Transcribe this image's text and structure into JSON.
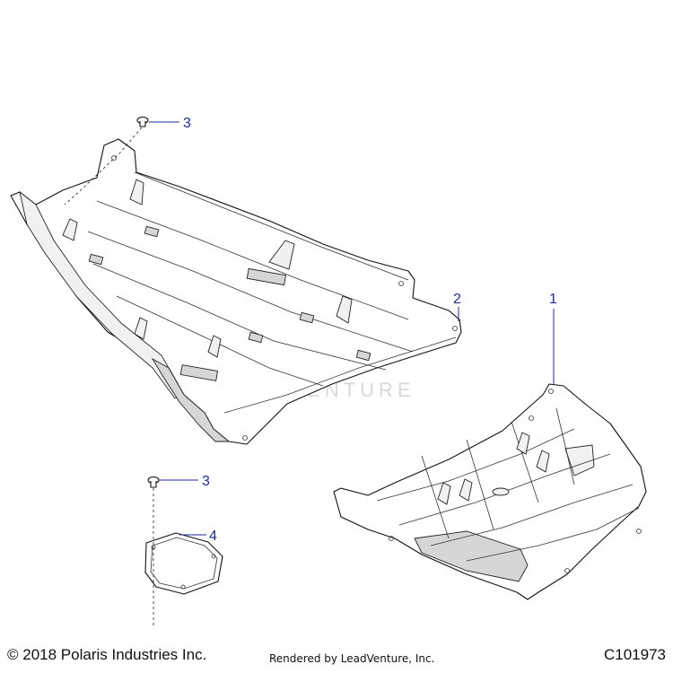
{
  "callouts": [
    {
      "id": "c1",
      "label": "1"
    },
    {
      "id": "c2",
      "label": "2"
    },
    {
      "id": "c3a",
      "label": "3"
    },
    {
      "id": "c3b",
      "label": "3"
    },
    {
      "id": "c4",
      "label": "4"
    }
  ],
  "watermark": "LEADVENTURE",
  "footer": {
    "copyright": "© 2018 Polaris Industries Inc.",
    "rendered_by": "Rendered by LeadVenture, Inc.",
    "diagram_id": "C101973"
  },
  "colors": {
    "callout": "#1f2a9e",
    "line": "#111111",
    "watermark": "#d9d9d9"
  }
}
